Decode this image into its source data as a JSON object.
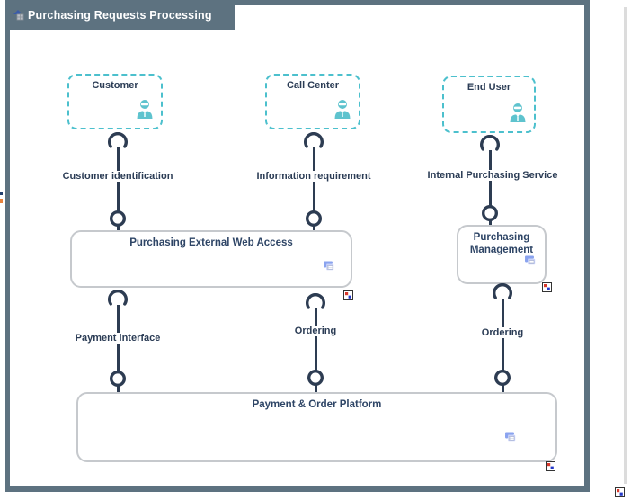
{
  "window": {
    "title": "Purchasing Requests Processing"
  },
  "colors": {
    "frame": "#5d7280",
    "accent_teal": "#4cc0cd",
    "connector": "#2d3c52",
    "component_border": "#c6c9cd",
    "component_title": "#2e4566",
    "label_text": "#2b3c55",
    "badge_red": "#d8372a",
    "badge_blue": "#2438c8",
    "app_icon_blue": "#8aa3ef",
    "person_icon_teal": "#5ec3ce"
  },
  "icons": {
    "title": "diagram-icon",
    "actor": "business-actor-icon",
    "component": "application-service-icon",
    "corner_badge": "composite-badge-icon"
  },
  "diagram": {
    "actors": [
      {
        "label": "Customer"
      },
      {
        "label": "Call Center"
      },
      {
        "label": "End User"
      }
    ],
    "components": [
      {
        "label": "Purchasing External Web Access"
      },
      {
        "label": "Purchasing Management"
      },
      {
        "label": "Payment & Order Platform"
      }
    ],
    "connectors": [
      {
        "label": "Customer identification",
        "from": "Customer",
        "to": "Purchasing External Web Access"
      },
      {
        "label": "Information requirement",
        "from": "Call Center",
        "to": "Purchasing External Web Access"
      },
      {
        "label": "Internal Purchasing Service",
        "from": "End User",
        "to": "Purchasing Management"
      },
      {
        "label": "Payment interface",
        "from": "Purchasing External Web Access",
        "to": "Payment & Order Platform"
      },
      {
        "label": "Ordering",
        "from": "Purchasing External Web Access",
        "to": "Payment & Order Platform"
      },
      {
        "label": "Ordering",
        "from": "Purchasing Management",
        "to": "Payment & Order Platform"
      }
    ]
  }
}
